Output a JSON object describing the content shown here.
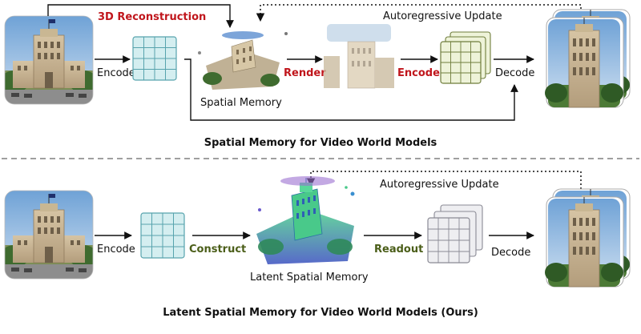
{
  "top": {
    "labels": {
      "reconstruction": "3D Reconstruction",
      "update": "Autoregressive Update",
      "encode1": "Encode",
      "memory": "Spatial Memory",
      "render": "Render",
      "encode2": "Encode",
      "decode": "Decode"
    },
    "caption": "Spatial Memory for Video World Models"
  },
  "bottom": {
    "labels": {
      "update": "Autoregressive Update",
      "encode": "Encode",
      "construct": "Construct",
      "memory": "Latent Spatial Memory",
      "readout": "Readout",
      "decode": "Decode"
    },
    "caption": "Latent Spatial Memory for Video World Models (Ours)"
  },
  "colors": {
    "red_label": "#c0161c",
    "green_label": "#4b5e19",
    "latent_grid_fill": "#d4eef0",
    "latent_grid_stroke": "#57a3ad",
    "feature_grid_fill": "#eef3d9",
    "feature_grid_stroke": "#6f7d3c",
    "readout_grid_fill": "#eeeef1",
    "readout_grid_stroke": "#8a8a95"
  }
}
